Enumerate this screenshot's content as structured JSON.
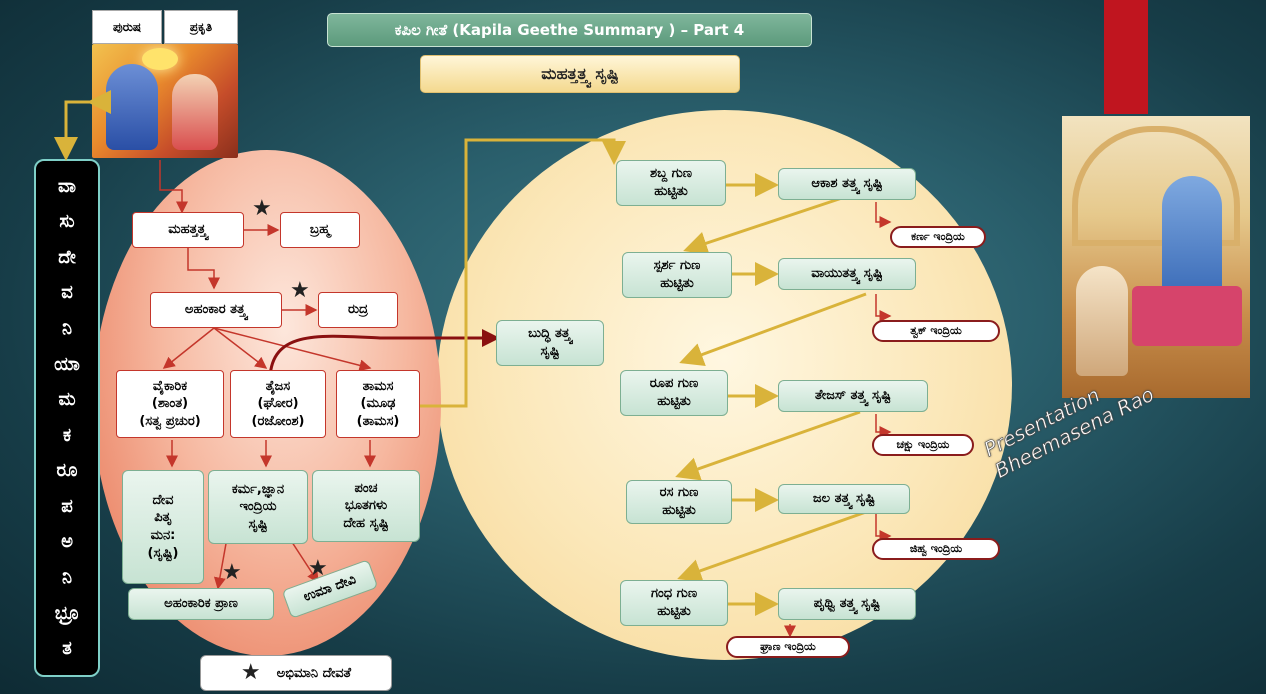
{
  "header": {
    "title": "ಕಪಿಲ ಗೀತೆ (Kapila Geethe Summary ) – Part 4",
    "subtitle": "ಮಹತ್ತತ್ತ್ವ ಸೃಷ್ಟಿ",
    "purusha": "ಪುರುಷ",
    "prakruthi": "ಪ್ರಕೃತಿ"
  },
  "vertical_bar": {
    "chars": [
      "ವಾ",
      "ಸು",
      "ದೇ",
      "ವ",
      "",
      "ನಿ",
      "ಯಾ",
      "ಮ",
      "ಕ",
      "",
      "ರೂ",
      "ಪ",
      "",
      "ಅ",
      "ನಿ",
      "ಭ್ರೂ",
      "ತ"
    ]
  },
  "left_flow": {
    "mahat": "ಮಹತ್ತತ್ತ್ವ",
    "brahma": "ಬ್ರಹ್ಮ",
    "ahankara": "ಅಹಂಕಾರ ತತ್ತ್ವ",
    "rudra": "ರುದ್ರ",
    "vaikarika": [
      "ವೈಕಾರಿಕ",
      "(ಶಾಂತ)",
      "(ಸತ್ವ ಪ್ರಚುರ)"
    ],
    "taijasa": [
      "ತೈಜಸ",
      "(ಘೋರ)",
      "(ರಜೋಂಶ)"
    ],
    "tamasa": [
      "ತಾಮಸ",
      "(ಮೂಢ",
      "(ತಾಮಸ)"
    ],
    "deva": [
      "ದೇವ",
      "ಪಿತೃ",
      "ಮನ:",
      "(ಸೃಷ್ಟಿ)"
    ],
    "karma": [
      "ಕರ್ಮ,ಜ್ಞಾನ",
      "ಇಂದ್ರಿಯ",
      "ಸೃಷ್ಟಿ"
    ],
    "pancha": [
      "ಪಂಚ",
      "ಭೂತಗಳು",
      "ದೇಹ ಸೃಷ್ಟಿ"
    ],
    "ahankarika_prana": "ಅಹಂಕಾರಿಕ ಪ್ರಾಣ",
    "uma_devi": "ಉಮಾ ದೇವಿ"
  },
  "buddhi": [
    "ಬುದ್ಧಿ ತತ್ತ್ವ",
    "ಸೃಷ್ಟಿ"
  ],
  "right_flow": [
    {
      "guna": [
        "ಶಬ್ದ ಗುಣ",
        "ಹುಟ್ಟಿತು"
      ],
      "tattva": "ಆಕಾಶ ತತ್ತ್ವ ಸೃಷ್ಟಿ",
      "indriya": "ಕರ್ಣ ಇಂದ್ರಿಯ"
    },
    {
      "guna": [
        "ಸ್ಪರ್ಶ ಗುಣ",
        "ಹುಟ್ಟಿತು"
      ],
      "tattva": "ವಾಯುತತ್ತ್ವ ಸೃಷ್ಟಿ",
      "indriya": "ತ್ವಕ್ ಇಂದ್ರಿಯ"
    },
    {
      "guna": [
        "ರೂಪ ಗುಣ",
        "ಹುಟ್ಟಿತು"
      ],
      "tattva": "ತೇಜಸ್ ತತ್ತ್ವ ಸೃಷ್ಟಿ",
      "indriya": "ಚಕ್ಷು ಇಂದ್ರಿಯ"
    },
    {
      "guna": [
        "ರಸ ಗುಣ",
        "ಹುಟ್ಟಿತು"
      ],
      "tattva": "ಜಲ ತತ್ತ್ವ ಸೃಷ್ಟಿ",
      "indriya": "ಜಿಹ್ವ ಇಂದ್ರಿಯ"
    },
    {
      "guna": [
        "ಗಂಧ ಗುಣ",
        "ಹುಟ್ಟಿತು"
      ],
      "tattva": "ಪೃಥ್ವಿ ತತ್ತ್ವ ಸೃಷ್ಟಿ",
      "indriya": "ಘ್ರಾಣ ಇಂದ್ರಿಯ"
    }
  ],
  "legend": {
    "star": "★",
    "label": "ಅಭಿಮಾನಿ ದೇವತೆ"
  },
  "credit": {
    "line1": "Presentation",
    "line2": "Bheemasena Rao"
  },
  "colors": {
    "red_arrow": "#c4362b",
    "gold_arrow": "#d9b33a",
    "dark_red_arrow": "#8a1010"
  }
}
